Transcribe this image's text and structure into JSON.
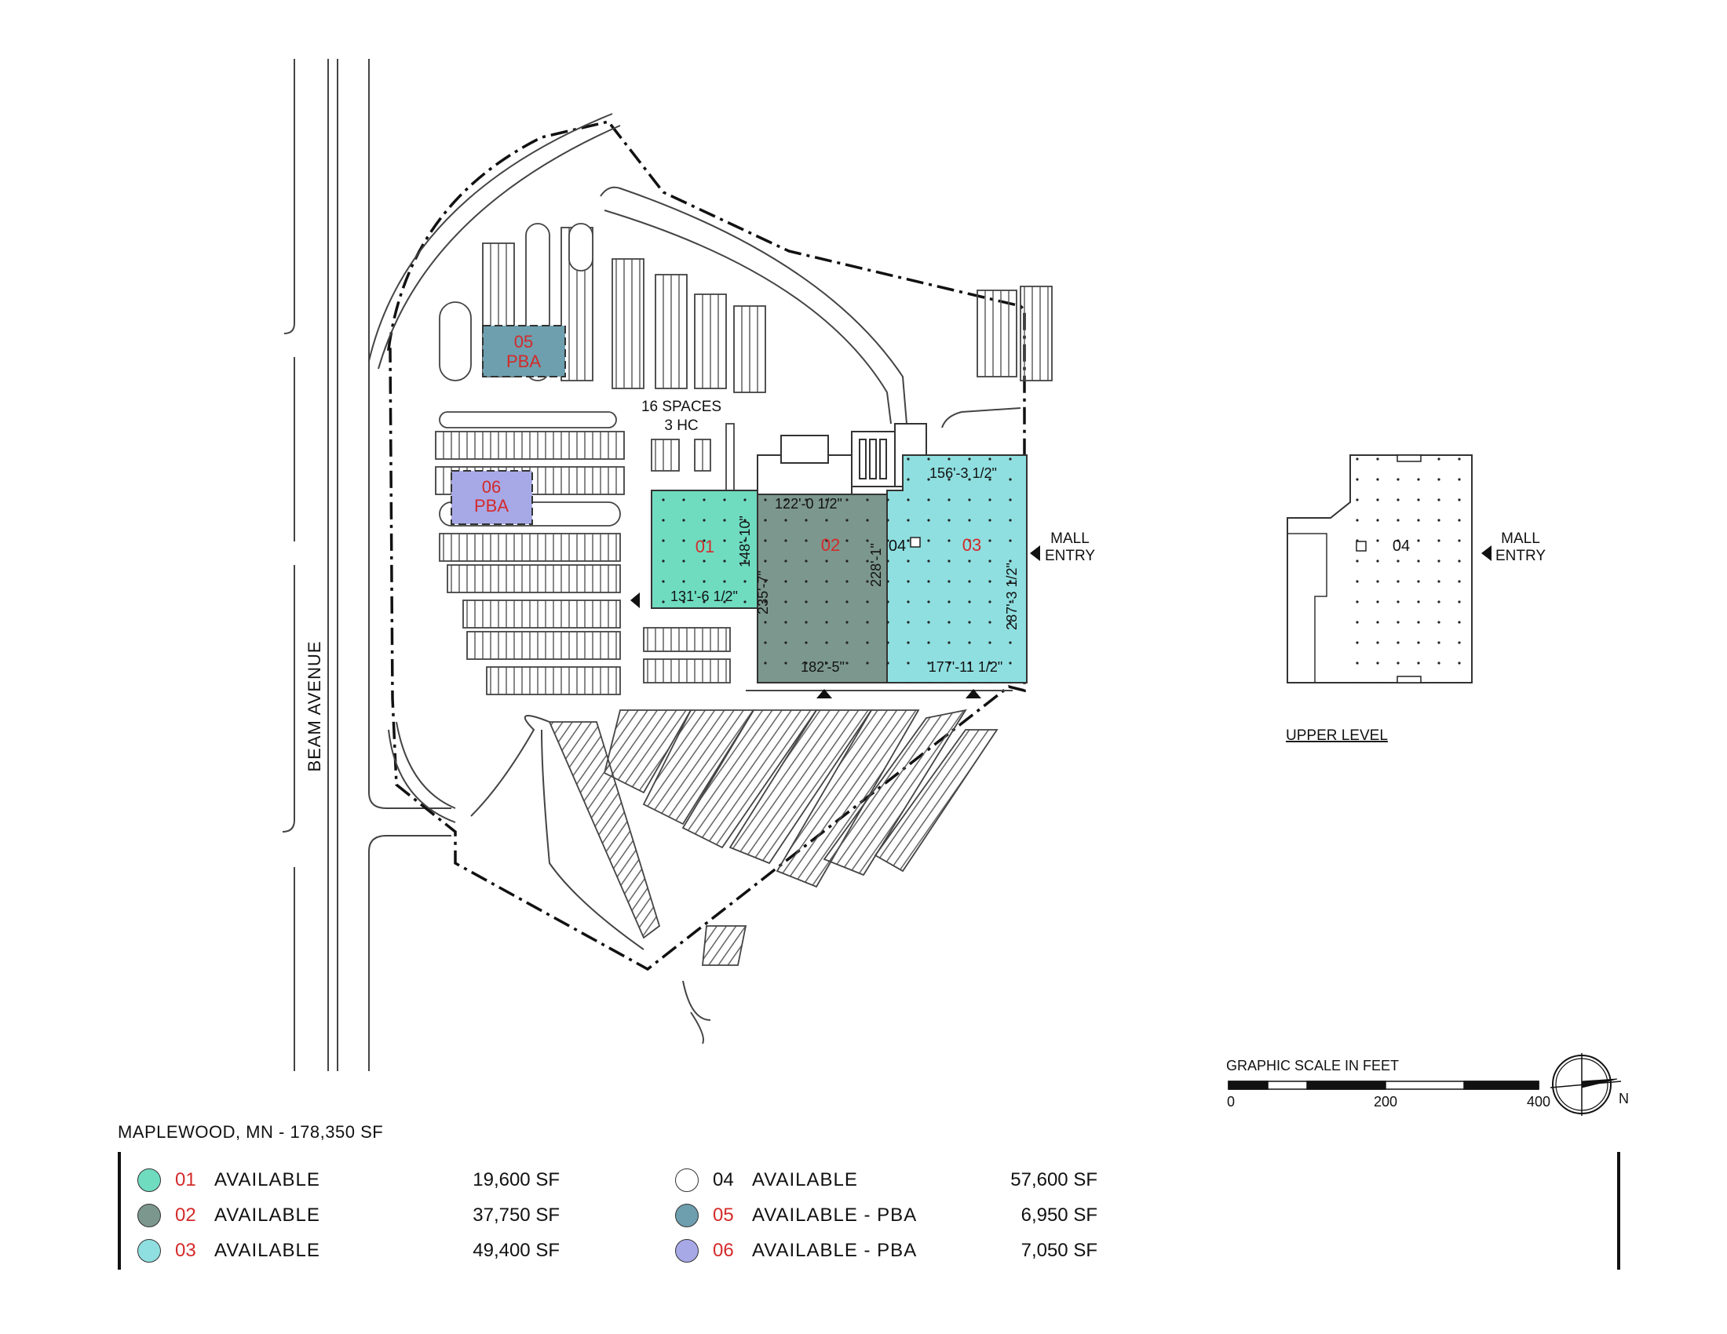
{
  "road": {
    "name": "BEAM AVENUE"
  },
  "parking_label": {
    "line1": "16 SPACES",
    "line2": "3 HC"
  },
  "units": {
    "u01": {
      "label": "01",
      "color": "#6fdcc0"
    },
    "u02": {
      "label": "02",
      "color": "#7c978d"
    },
    "u03": {
      "label": "03",
      "color": "#8fdfe0"
    },
    "u04": {
      "label": "04"
    },
    "u05": {
      "label": "05",
      "sub": "PBA",
      "color": "#6d9fae"
    },
    "u06": {
      "label": "06",
      "sub": "PBA",
      "color": "#a7a9e7"
    }
  },
  "dimensions": {
    "d1": "122'-0 1/2\"",
    "d2": "156'-3 1/2\"",
    "d3": "148'-10\"",
    "d4": "235'-7\"",
    "d5": "228'-1\"",
    "d6": "287'-3 1/2\"",
    "d7": "131'-6 1/2\"",
    "d8": "182'-5\"",
    "d9": "177'-11 1/2\""
  },
  "mall_entry": {
    "line1": "MALL",
    "line2": "ENTRY"
  },
  "upper_level": {
    "title": "UPPER LEVEL",
    "unit": "04"
  },
  "scale": {
    "title": "GRAPHIC SCALE IN FEET",
    "t0": "0",
    "t1": "200",
    "t2": "400"
  },
  "north": "N",
  "legend": {
    "title": "MAPLEWOOD, MN - 178,350 SF",
    "items": [
      {
        "num": "01",
        "status": "AVAILABLE",
        "area": "19,600 SF",
        "color": "#6fdcc0"
      },
      {
        "num": "02",
        "status": "AVAILABLE",
        "area": "37,750 SF",
        "color": "#7c978d"
      },
      {
        "num": "03",
        "status": "AVAILABLE",
        "area": "49,400 SF",
        "color": "#8fdfe0"
      },
      {
        "num": "04",
        "status": "AVAILABLE",
        "area": "57,600 SF",
        "color": "#ffffff"
      },
      {
        "num": "05",
        "status": "AVAILABLE - PBA",
        "area": "6,950 SF",
        "color": "#6d9fae"
      },
      {
        "num": "06",
        "status": "AVAILABLE - PBA",
        "area": "7,050 SF",
        "color": "#a7a9e7"
      }
    ]
  }
}
